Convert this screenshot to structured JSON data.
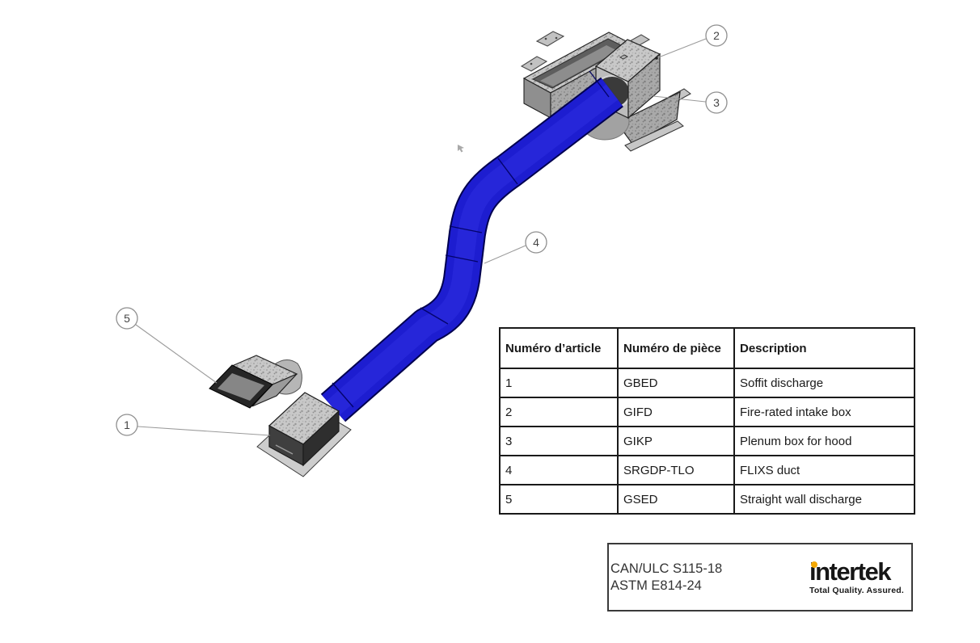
{
  "diagram": {
    "callouts": [
      {
        "number": "1",
        "part_code": "GBED"
      },
      {
        "number": "2",
        "part_code": "GIFD"
      },
      {
        "number": "3",
        "part_code": "GIKP"
      },
      {
        "number": "4",
        "part_code": "SRGDP-TLO"
      },
      {
        "number": "5",
        "part_code": "GSED"
      }
    ],
    "duct_color": "#1d1dd0",
    "metal_color": "#c9c9c9"
  },
  "table": {
    "headers": [
      "Numéro d’article",
      "Numéro de pièce",
      "Description"
    ],
    "rows": [
      [
        "1",
        "GBED",
        "Soffit discharge"
      ],
      [
        "2",
        "GIFD",
        "Fire-rated intake box"
      ],
      [
        "3",
        "GIKP",
        "Plenum box for hood"
      ],
      [
        "4",
        "SRGDP-TLO",
        "FLIXS duct"
      ],
      [
        "5",
        "GSED",
        "Straight wall discharge"
      ]
    ]
  },
  "certification": {
    "standards": [
      "CAN/ULC S115-18",
      "ASTM E814-24"
    ],
    "logo": {
      "wordmark": "intertek",
      "tagline": "Total Quality. Assured.",
      "dot_color": "#f5a800"
    }
  }
}
